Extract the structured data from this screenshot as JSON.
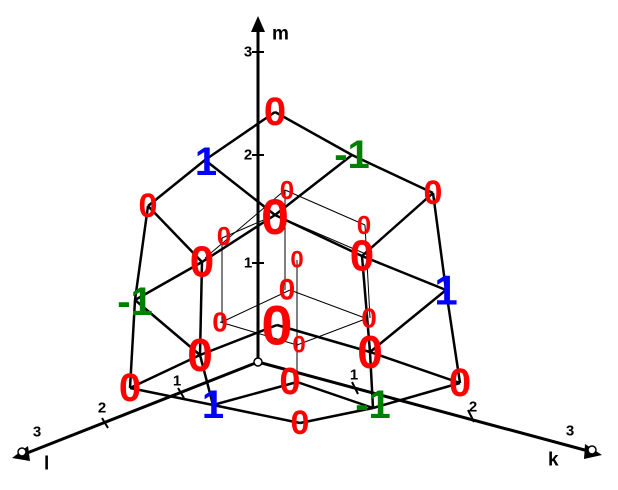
{
  "axes": {
    "vertical": {
      "label": "m",
      "ticks": [
        "1",
        "2",
        "3"
      ]
    },
    "left": {
      "label": "l",
      "ticks": [
        "1",
        "2",
        "3"
      ]
    },
    "right": {
      "label": "k",
      "ticks": [
        "1",
        "2",
        "3"
      ]
    }
  },
  "colors": {
    "zero": "#ff0000",
    "plus_one": "#0000ff",
    "minus_one": "#008000",
    "axis": "#000000"
  },
  "values": {
    "top": "0",
    "upper_blue_one": "1",
    "upper_green_minus_one": "-1",
    "upper_left_zero": "0",
    "upper_right_zero": "0",
    "upper_back_zero": "0",
    "upper_center_zero": "0",
    "upper_inner_left_zero": "0",
    "upper_inner_right_zero": "0",
    "mid_left_zero": "0",
    "mid_right_zero": "0",
    "mid_center_zero": "0",
    "mid_back_zero": "0",
    "middle_green_minus_one": "-1",
    "middle_blue_one": "1",
    "lower_left_inner_zero": "0",
    "lower_right_inner_zero": "0",
    "lower_center_big_zero": "0",
    "lower_back_zero": "0",
    "lower_left_zero": "0",
    "lower_right_zero": "0",
    "bottom_left_zero": "0",
    "bottom_right_zero": "0",
    "bottom_center_zero": "0",
    "bottom_blue_one": "1",
    "bottom_green_minus_one": "-1",
    "bottom_front_zero": "0"
  }
}
